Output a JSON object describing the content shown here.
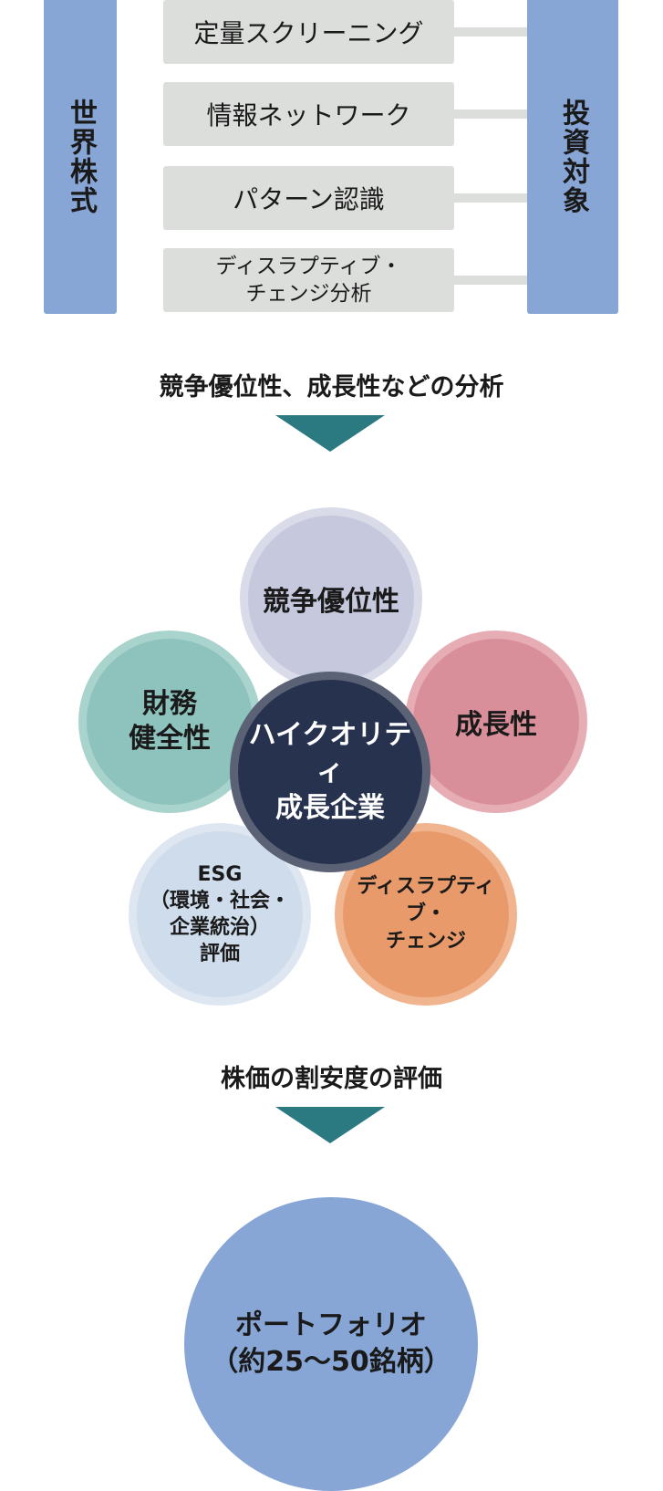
{
  "left_bar": {
    "label": "世界株式"
  },
  "right_bar": {
    "label": "投資対象"
  },
  "methods": [
    "定量スクリーニング",
    "情報ネットワーク",
    "パターン認識",
    "ディスラプティブ・\nチェンジ分析"
  ],
  "step1_label": "競争優位性、成長性などの分析",
  "criteria": {
    "competitive": "競争優位性",
    "growth": "成長性",
    "financial": "財務\n健全性",
    "esg": "ESG\n（環境・社会・\n企業統治）\n評価",
    "disruptive": "ディスラプティブ・\nチェンジ"
  },
  "center_label": "ハイクオリティ\n成長企業",
  "step2_label": "株価の割安度の評価",
  "portfolio_label": "ポートフォリオ\n（約25～50銘柄）",
  "colors": {
    "bar_blue": "#87a6d5",
    "box_gray": "#dcdedc",
    "arrow_teal": "#2b7a82",
    "center_navy": "#26324e",
    "competitive": "#c6c9dd",
    "growth": "#d98f9a",
    "financial": "#8dc3bc",
    "esg": "#cfdceb",
    "disruptive": "#e89a6b"
  }
}
